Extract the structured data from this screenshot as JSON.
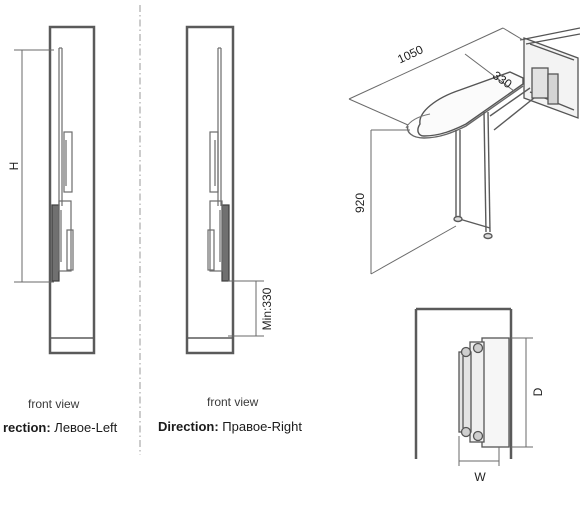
{
  "left_panel": {
    "dim_h": "H",
    "caption": "front view",
    "direction_label": "rection:",
    "direction_value": " Левое-Left"
  },
  "middle_panel": {
    "dim_min": "Min:330",
    "caption": "front view",
    "direction_label": "Direction:",
    "direction_value": " Правое-Right"
  },
  "iso_view": {
    "dim_length": "1050",
    "dim_width": "330",
    "dim_height": "920"
  },
  "top_view": {
    "dim_d": "D",
    "dim_w": "W"
  },
  "colors": {
    "cabinet": "#5a5a5a",
    "dimension_line": "#6a6a6a",
    "divider": "#9a9a9a"
  }
}
